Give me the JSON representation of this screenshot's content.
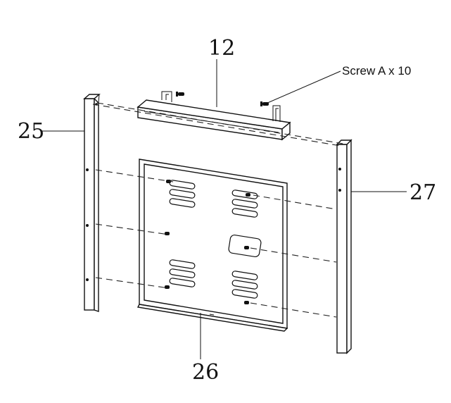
{
  "labels": {
    "part_12": "12",
    "part_25": "25",
    "part_26": "26",
    "part_27": "27",
    "screw_callout": "Screw A x 10"
  },
  "colors": {
    "line": "#111111",
    "background": "#ffffff"
  }
}
